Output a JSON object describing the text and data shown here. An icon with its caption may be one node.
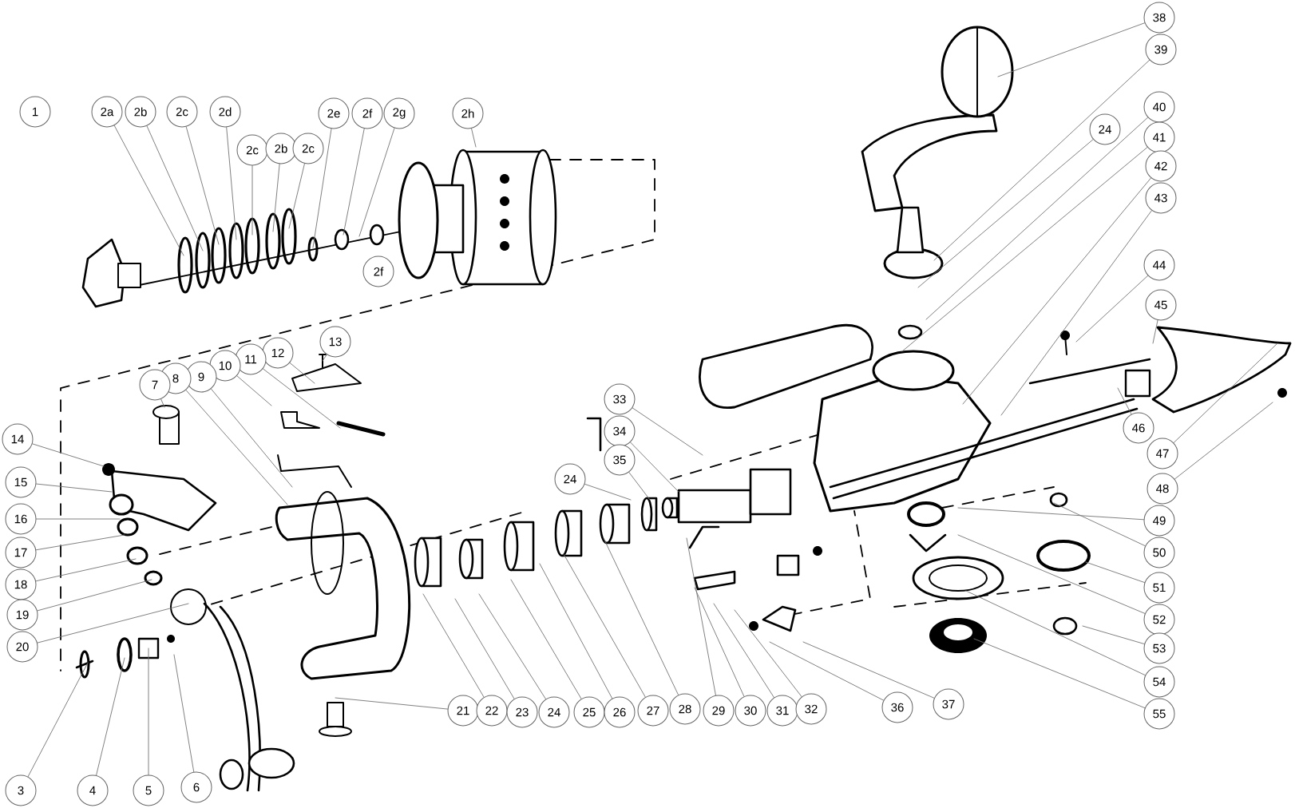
{
  "diagram": {
    "nodes": [
      {
        "text": [
          "1"
        ]
      },
      {
        "text": [
          "2a"
        ]
      },
      {
        "text": [
          "2b"
        ]
      },
      {
        "text": [
          "2c"
        ]
      },
      {
        "text": [
          "2d"
        ]
      },
      {
        "text": [
          "2e"
        ]
      },
      {
        "text": [
          "2f"
        ]
      },
      {
        "text": [
          "2g"
        ]
      },
      {
        "text": [
          "2h"
        ]
      },
      {
        "text": [
          "2c"
        ]
      },
      {
        "text": [
          "2b"
        ]
      },
      {
        "text": [
          "2c"
        ]
      },
      {
        "text": [
          "2f"
        ]
      },
      {
        "text": [
          "13"
        ]
      },
      {
        "text": [
          "12"
        ]
      },
      {
        "text": [
          "11"
        ]
      },
      {
        "text": [
          "10"
        ]
      },
      {
        "text": [
          "9"
        ]
      },
      {
        "text": [
          "8"
        ]
      },
      {
        "text": [
          "7"
        ]
      },
      {
        "text": [
          "14"
        ]
      },
      {
        "text": [
          "15"
        ]
      },
      {
        "text": [
          "16"
        ]
      },
      {
        "text": [
          "17"
        ]
      },
      {
        "text": [
          "18"
        ]
      },
      {
        "text": [
          "19"
        ]
      },
      {
        "text": [
          "20"
        ]
      },
      {
        "text": [
          "3"
        ]
      },
      {
        "text": [
          "4"
        ]
      },
      {
        "text": [
          "5"
        ]
      },
      {
        "text": [
          "6"
        ]
      },
      {
        "text": [
          "21"
        ]
      },
      {
        "text": [
          "22"
        ]
      },
      {
        "text": [
          "23"
        ]
      },
      {
        "text": [
          "24"
        ]
      },
      {
        "text": [
          "25"
        ]
      },
      {
        "text": [
          "26"
        ]
      },
      {
        "text": [
          "27"
        ]
      },
      {
        "text": [
          "28"
        ]
      },
      {
        "text": [
          "29"
        ]
      },
      {
        "text": [
          "30"
        ]
      },
      {
        "text": [
          "31"
        ]
      },
      {
        "text": [
          "32"
        ]
      },
      {
        "text": [
          "36"
        ]
      },
      {
        "text": [
          "37"
        ]
      },
      {
        "text": [
          "33"
        ]
      },
      {
        "text": [
          "34"
        ]
      },
      {
        "text": [
          "35"
        ]
      },
      {
        "text": [
          "24"
        ]
      },
      {
        "text": [
          "38"
        ]
      },
      {
        "text": [
          "39"
        ]
      },
      {
        "text": [
          "24"
        ]
      },
      {
        "text": [
          "40"
        ]
      },
      {
        "text": [
          "41"
        ]
      },
      {
        "text": [
          "42"
        ]
      },
      {
        "text": [
          "43"
        ]
      },
      {
        "text": [
          "44"
        ]
      },
      {
        "text": [
          "45"
        ]
      },
      {
        "text": [
          "46"
        ]
      },
      {
        "text": [
          "47"
        ]
      },
      {
        "text": [
          "48"
        ]
      },
      {
        "text": [
          "49"
        ]
      },
      {
        "text": [
          "50"
        ]
      },
      {
        "text": [
          "51"
        ]
      },
      {
        "text": [
          "52"
        ]
      },
      {
        "text": [
          "53"
        ]
      },
      {
        "text": [
          "54"
        ]
      },
      {
        "text": [
          "55"
        ]
      }
    ],
    "edges": [
      {
        "from": 1,
        "to": null,
        "arrow": "none"
      },
      {
        "from": 2,
        "to": null,
        "arrow": "none"
      },
      {
        "from": 3,
        "to": null,
        "arrow": "none"
      },
      {
        "from": 4,
        "to": null,
        "arrow": "none"
      },
      {
        "from": 5,
        "to": null,
        "arrow": "none"
      },
      {
        "from": 6,
        "to": null,
        "arrow": "none"
      },
      {
        "from": 7,
        "to": null,
        "arrow": "none"
      },
      {
        "from": 8,
        "to": null,
        "arrow": "none"
      },
      {
        "from": 9,
        "to": null,
        "arrow": "none"
      },
      {
        "from": 10,
        "to": null,
        "arrow": "none"
      },
      {
        "from": 11,
        "to": null,
        "arrow": "none"
      },
      {
        "from": 13,
        "to": null,
        "arrow": "none"
      },
      {
        "from": 14,
        "to": null,
        "arrow": "none"
      },
      {
        "from": 15,
        "to": null,
        "arrow": "none"
      },
      {
        "from": 16,
        "to": null,
        "arrow": "none"
      },
      {
        "from": 17,
        "to": null,
        "arrow": "none"
      },
      {
        "from": 18,
        "to": null,
        "arrow": "none"
      },
      {
        "from": 19,
        "to": null,
        "arrow": "none"
      },
      {
        "from": 20,
        "to": null,
        "arrow": "none"
      },
      {
        "from": 21,
        "to": null,
        "arrow": "none"
      },
      {
        "from": 22,
        "to": null,
        "arrow": "none"
      },
      {
        "from": 23,
        "to": null,
        "arrow": "none"
      },
      {
        "from": 24,
        "to": null,
        "arrow": "none"
      },
      {
        "from": 25,
        "to": null,
        "arrow": "none"
      },
      {
        "from": 26,
        "to": null,
        "arrow": "none"
      },
      {
        "from": 27,
        "to": null,
        "arrow": "none"
      },
      {
        "from": 28,
        "to": null,
        "arrow": "none"
      },
      {
        "from": 29,
        "to": null,
        "arrow": "none"
      },
      {
        "from": 30,
        "to": null,
        "arrow": "none"
      },
      {
        "from": 31,
        "to": null,
        "arrow": "none"
      },
      {
        "from": 32,
        "to": null,
        "arrow": "none"
      },
      {
        "from": 33,
        "to": null,
        "arrow": "none"
      },
      {
        "from": 34,
        "to": null,
        "arrow": "none"
      },
      {
        "from": 35,
        "to": null,
        "arrow": "none"
      },
      {
        "from": 36,
        "to": null,
        "arrow": "none"
      },
      {
        "from": 37,
        "to": null,
        "arrow": "none"
      },
      {
        "from": 38,
        "to": null,
        "arrow": "none"
      },
      {
        "from": 39,
        "to": null,
        "arrow": "none"
      },
      {
        "from": 40,
        "to": null,
        "arrow": "none"
      },
      {
        "from": 41,
        "to": null,
        "arrow": "none"
      },
      {
        "from": 42,
        "to": null,
        "arrow": "none"
      },
      {
        "from": 43,
        "to": null,
        "arrow": "none"
      },
      {
        "from": 44,
        "to": null,
        "arrow": "none"
      },
      {
        "from": 45,
        "to": null,
        "arrow": "none"
      },
      {
        "from": 46,
        "to": null,
        "arrow": "none"
      },
      {
        "from": 47,
        "to": null,
        "arrow": "none"
      },
      {
        "from": 48,
        "to": null,
        "arrow": "none"
      },
      {
        "from": 49,
        "to": null,
        "arrow": "none"
      },
      {
        "from": 50,
        "to": null,
        "arrow": "none"
      },
      {
        "from": 51,
        "to": null,
        "arrow": "none"
      },
      {
        "from": 52,
        "to": null,
        "arrow": "none"
      },
      {
        "from": 53,
        "to": null,
        "arrow": "none"
      },
      {
        "from": 54,
        "to": null,
        "arrow": "none"
      },
      {
        "from": 55,
        "to": null,
        "arrow": "none"
      },
      {
        "from": 56,
        "to": null,
        "arrow": "none"
      },
      {
        "from": 57,
        "to": null,
        "arrow": "none"
      },
      {
        "from": 58,
        "to": null,
        "arrow": "none"
      },
      {
        "from": 59,
        "to": null,
        "arrow": "none"
      },
      {
        "from": 60,
        "to": null,
        "arrow": "none"
      },
      {
        "from": 61,
        "to": null,
        "arrow": "none"
      },
      {
        "from": 62,
        "to": null,
        "arrow": "none"
      },
      {
        "from": 63,
        "to": null,
        "arrow": "none"
      },
      {
        "from": 64,
        "to": null,
        "arrow": "none"
      },
      {
        "from": 65,
        "to": null,
        "arrow": "none"
      },
      {
        "from": 66,
        "to": null,
        "arrow": "none"
      },
      {
        "from": 67,
        "to": null,
        "arrow": "none"
      }
    ]
  }
}
